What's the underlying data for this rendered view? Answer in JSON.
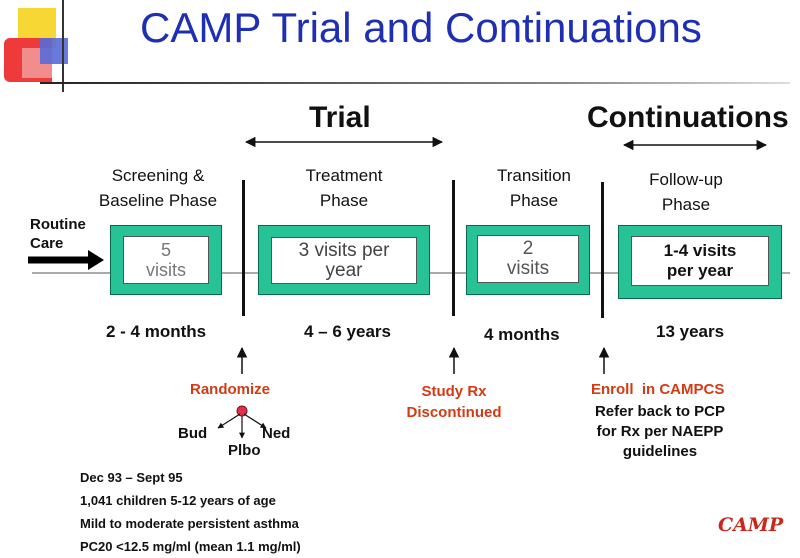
{
  "title": "CAMP Trial and Continuations",
  "headings": {
    "trial": "Trial",
    "continuations": "Continuations"
  },
  "routine_care": [
    "Routine",
    "Care"
  ],
  "phases": [
    {
      "label": [
        "Screening &",
        "Baseline Phase"
      ],
      "box": [
        "5",
        "visits"
      ],
      "duration": "2 - 4 months"
    },
    {
      "label": [
        "Treatment",
        "Phase"
      ],
      "box": [
        "3 visits per",
        "year"
      ],
      "duration": "4 – 6 years"
    },
    {
      "label": [
        "Transition",
        "Phase"
      ],
      "box": [
        "2",
        "visits"
      ],
      "duration": "4 months"
    },
    {
      "label": [
        "Follow-up",
        "Phase"
      ],
      "box": [
        "1-4 visits",
        "per year"
      ],
      "duration": "13 years"
    }
  ],
  "events": {
    "randomize": "Randomize",
    "arms": {
      "bud": "Bud",
      "plbo": "Plbo",
      "ned": "Ned"
    },
    "study_rx": [
      "Study Rx",
      "Discontinued"
    ],
    "enroll": "Enroll  in CAMPCS",
    "refer": [
      "Refer back to PCP",
      "for Rx per NAEPP",
      "guidelines"
    ]
  },
  "notes": [
    "Dec 93 – Sept 95",
    "1,041 children 5-12 years of age",
    "Mild to moderate persistent asthma",
    "PC20 <12.5 mg/ml (mean 1.1 mg/ml)"
  ],
  "logo": "CAMP",
  "colors": {
    "title": "#1f2fb3",
    "box": "#27c296",
    "event_red": "#d23b14"
  }
}
